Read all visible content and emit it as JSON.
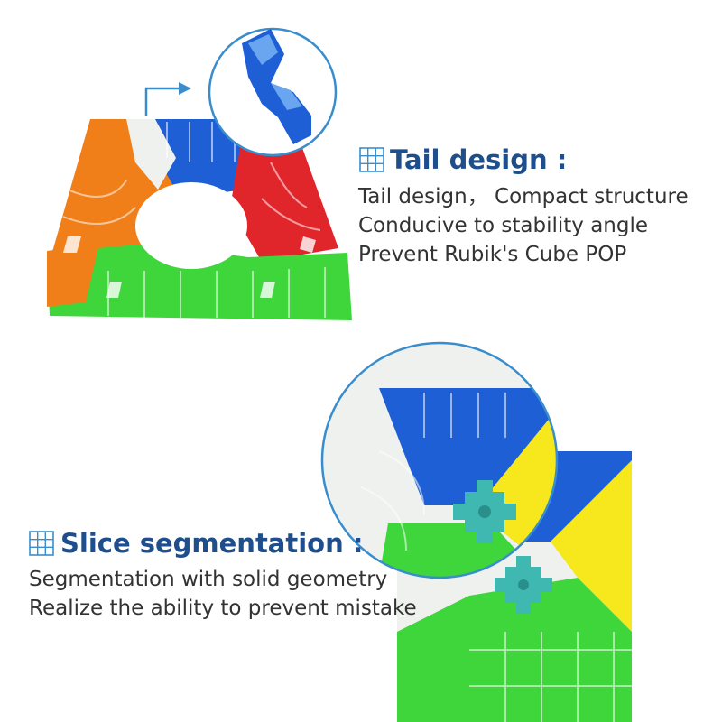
{
  "colors": {
    "heading": "#1f4e8c",
    "body_text": "#333333",
    "circle_border": "#3a8dcc",
    "arrow": "#3a8dcc",
    "cube_blue": "#1e5fd6",
    "cube_orange": "#f07f1a",
    "cube_red": "#e0262b",
    "cube_green": "#3fd63c",
    "cube_yellow": "#f6e81c",
    "cube_white": "#eef1ee",
    "core_teal": "#3fb8b2"
  },
  "tail": {
    "title": "Tail design :",
    "lines": [
      "Tail design， Compact structure",
      "Conducive to stability angle",
      "Prevent Rubik's Cube POP"
    ],
    "icon": "grid-icon"
  },
  "slice": {
    "title": "Slice segmentation :",
    "lines": [
      "Segmentation with solid geometry",
      "Realize the ability to prevent mistake"
    ],
    "icon": "grid-icon"
  },
  "images": {
    "layer_photo": "cube-layer-illustration",
    "piece_zoom": "tail-piece-zoom",
    "cube_photo": "cube-slice-illustration",
    "core_zoom": "core-zoom"
  }
}
